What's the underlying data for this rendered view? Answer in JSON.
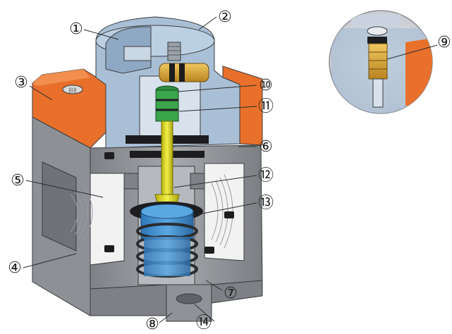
{
  "callouts": [
    {
      "id": "c1",
      "label": "①"
    },
    {
      "id": "c2",
      "label": "②"
    },
    {
      "id": "c3",
      "label": "③"
    },
    {
      "id": "c4",
      "label": "④"
    },
    {
      "id": "c5",
      "label": "⑤"
    },
    {
      "id": "c6",
      "label": "⑥"
    },
    {
      "id": "c7",
      "label": "⑦"
    },
    {
      "id": "c8",
      "label": "⑧"
    },
    {
      "id": "c9",
      "label": "⑨"
    },
    {
      "id": "c10",
      "label": "⑩"
    },
    {
      "id": "c11",
      "label": "⑪"
    },
    {
      "id": "c12",
      "label": "⑫"
    },
    {
      "id": "c13",
      "label": "⑬"
    },
    {
      "id": "c14",
      "label": "⑭"
    }
  ],
  "colors": {
    "body_gray": "#8c8f93",
    "body_light": "#c9cbce",
    "cover_blue": "#a9bfd6",
    "cover_orange": "#e8702b",
    "spring_blue": "#3d8fd0",
    "yellow_stem": "#e6e12a",
    "green_seat": "#3aa54a",
    "brass": "#d8a93a",
    "inset_bg": "#e4e6e8"
  }
}
